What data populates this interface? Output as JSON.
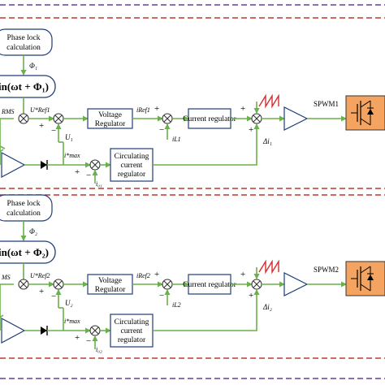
{
  "colors": {
    "wire": "#6ab04c",
    "block_stroke": "#1f3d7a",
    "separator_red": "#c0392b",
    "separator_purple": "#6a3d9a",
    "switch_fill": "#f4a460",
    "carrier": "#d32f2f"
  },
  "channel1": {
    "phase_lock_line1": "Phase lock",
    "phase_lock_line2": "calculation",
    "phi": "Φ₁",
    "sin_text": "in(ωt + Φ₁)",
    "rms": "RMS",
    "u_ref": "U*Ref1",
    "u": "U₁",
    "voltage_regulator_line1": "Voltage",
    "voltage_regulator_line2": "Regulator",
    "i_ref": "iRef1",
    "i_l": "iL1",
    "current_regulator": "Current regulator",
    "delta_i": "Δi₁",
    "spwm": "SPWM1",
    "i_max": "i*max",
    "i_o": "i₀₁",
    "circ_line1": "Circulating",
    "circ_line2": "current",
    "circ_line3": "regulator"
  },
  "channel2": {
    "phase_lock_line1": "Phase lock",
    "phase_lock_line2": "calculation",
    "phi": "Φ₂",
    "sin_text": "in(ωt + Φ₂)",
    "rms": "MS",
    "u_ref": "U*Ref2",
    "u": "U₂",
    "voltage_regulator_line1": "Voltage",
    "voltage_regulator_line2": "Regulator",
    "i_ref": "iRef2",
    "i_l": "iL2",
    "current_regulator": "Current regulator",
    "delta_i": "Δi₂",
    "spwm": "SPWM2",
    "i_max": "i*max",
    "i_o": "i₀₂",
    "circ_line1": "Circulating",
    "circ_line2": "current",
    "circ_line3": "regulator"
  },
  "signs": {
    "plus": "+",
    "minus": "−"
  },
  "icons": [
    "sawtooth-carrier-icon",
    "igbt-switch-icon",
    "summing-junction-icon",
    "diode-icon",
    "amplifier-triangle-icon"
  ]
}
